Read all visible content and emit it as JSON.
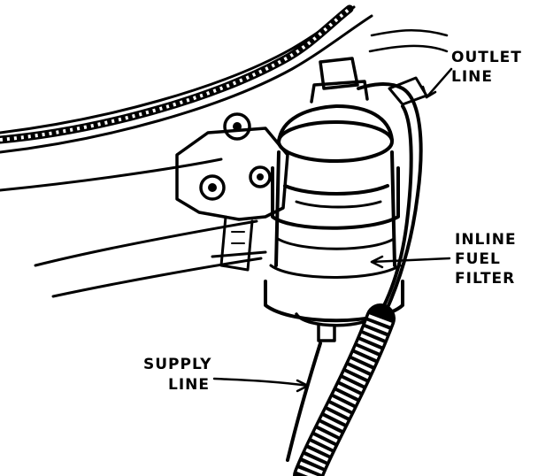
{
  "labels": {
    "outlet": [
      "OUTLET",
      "LINE"
    ],
    "filter": [
      "INLINE",
      "FUEL",
      "FILTER"
    ],
    "supply": [
      "SUPPLY",
      "LINE"
    ]
  },
  "colors": {
    "ink": "#000000",
    "paper": "#ffffff"
  }
}
